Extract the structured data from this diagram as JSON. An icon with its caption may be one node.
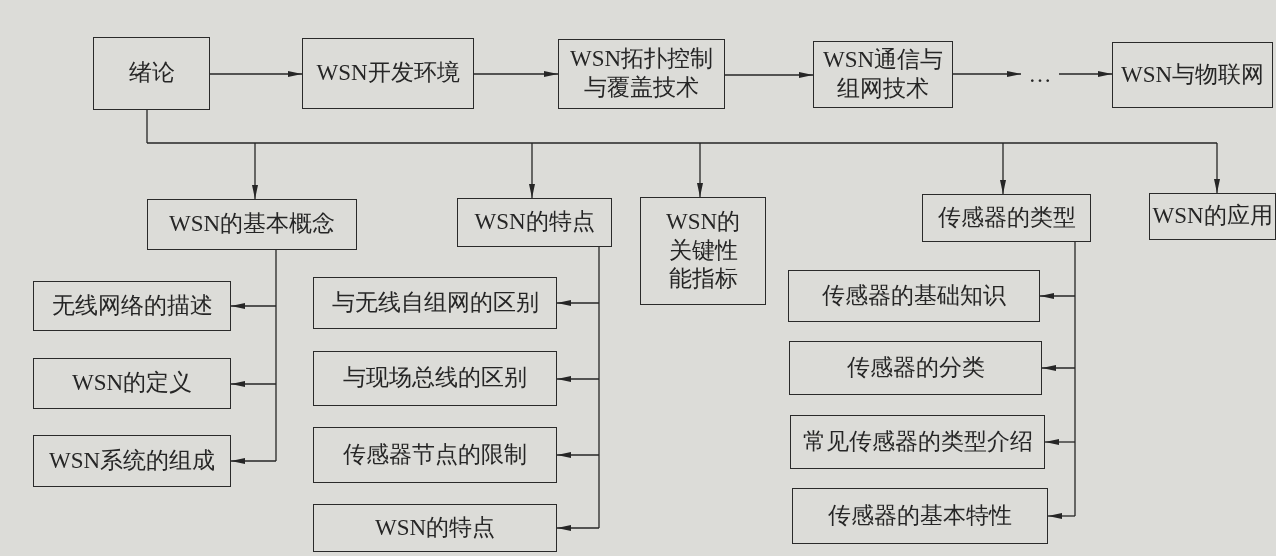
{
  "diagram": {
    "nodes": [
      {
        "text": [
          "绪论"
        ]
      },
      {
        "text": [
          "WSN开发环境"
        ]
      },
      {
        "text": [
          "WSN拓扑控制与覆盖技术"
        ]
      },
      {
        "text": [
          "WSN通信与组网技术"
        ]
      },
      {
        "text": [
          "…"
        ]
      },
      {
        "text": [
          "WSN与物联网"
        ]
      },
      {
        "text": [
          "WSN的基本概念"
        ]
      },
      {
        "text": [
          "WSN的特点"
        ]
      },
      {
        "text": [
          "WSN的关键性能指标"
        ]
      },
      {
        "text": [
          "传感器的类型"
        ]
      },
      {
        "text": [
          "WSN的应用"
        ]
      },
      {
        "text": [
          "无线网络的描述"
        ]
      },
      {
        "text": [
          "WSN的定义"
        ]
      },
      {
        "text": [
          "WSN系统的组成"
        ]
      },
      {
        "text": [
          "与无线自组网的区别"
        ]
      },
      {
        "text": [
          "与现场总线的区别"
        ]
      },
      {
        "text": [
          "传感器节点的限制"
        ]
      },
      {
        "text": [
          "WSN的特点"
        ]
      },
      {
        "text": [
          "传感器的基础知识"
        ]
      },
      {
        "text": [
          "传感器的分类"
        ]
      },
      {
        "text": [
          "常见传感器的类型介绍"
        ]
      },
      {
        "text": [
          "传感器的基本特性"
        ]
      }
    ],
    "edges": [
      {
        "from": 0,
        "to": 1,
        "arrow": "to"
      },
      {
        "from": 1,
        "to": 2,
        "arrow": "to"
      },
      {
        "from": 2,
        "to": 3,
        "arrow": "to"
      },
      {
        "from": 3,
        "to": 4,
        "arrow": "to"
      },
      {
        "from": 4,
        "to": 5,
        "arrow": "to"
      },
      {
        "from": 0,
        "to": 6,
        "arrow": "to"
      },
      {
        "from": 0,
        "to": 7,
        "arrow": "to"
      },
      {
        "from": 0,
        "to": 8,
        "arrow": "to"
      },
      {
        "from": 0,
        "to": 9,
        "arrow": "to"
      },
      {
        "from": 0,
        "to": 10,
        "arrow": "to"
      },
      {
        "from": 6,
        "to": 11,
        "arrow": "to"
      },
      {
        "from": 6,
        "to": 12,
        "arrow": "to"
      },
      {
        "from": 6,
        "to": 13,
        "arrow": "to"
      },
      {
        "from": 7,
        "to": 14,
        "arrow": "to"
      },
      {
        "from": 7,
        "to": 15,
        "arrow": "to"
      },
      {
        "from": 7,
        "to": 16,
        "arrow": "to"
      },
      {
        "from": 7,
        "to": 17,
        "arrow": "to"
      },
      {
        "from": 9,
        "to": 18,
        "arrow": "to"
      },
      {
        "from": 9,
        "to": 19,
        "arrow": "to"
      },
      {
        "from": 9,
        "to": 20,
        "arrow": "to"
      },
      {
        "from": 9,
        "to": 21,
        "arrow": "to"
      }
    ]
  }
}
